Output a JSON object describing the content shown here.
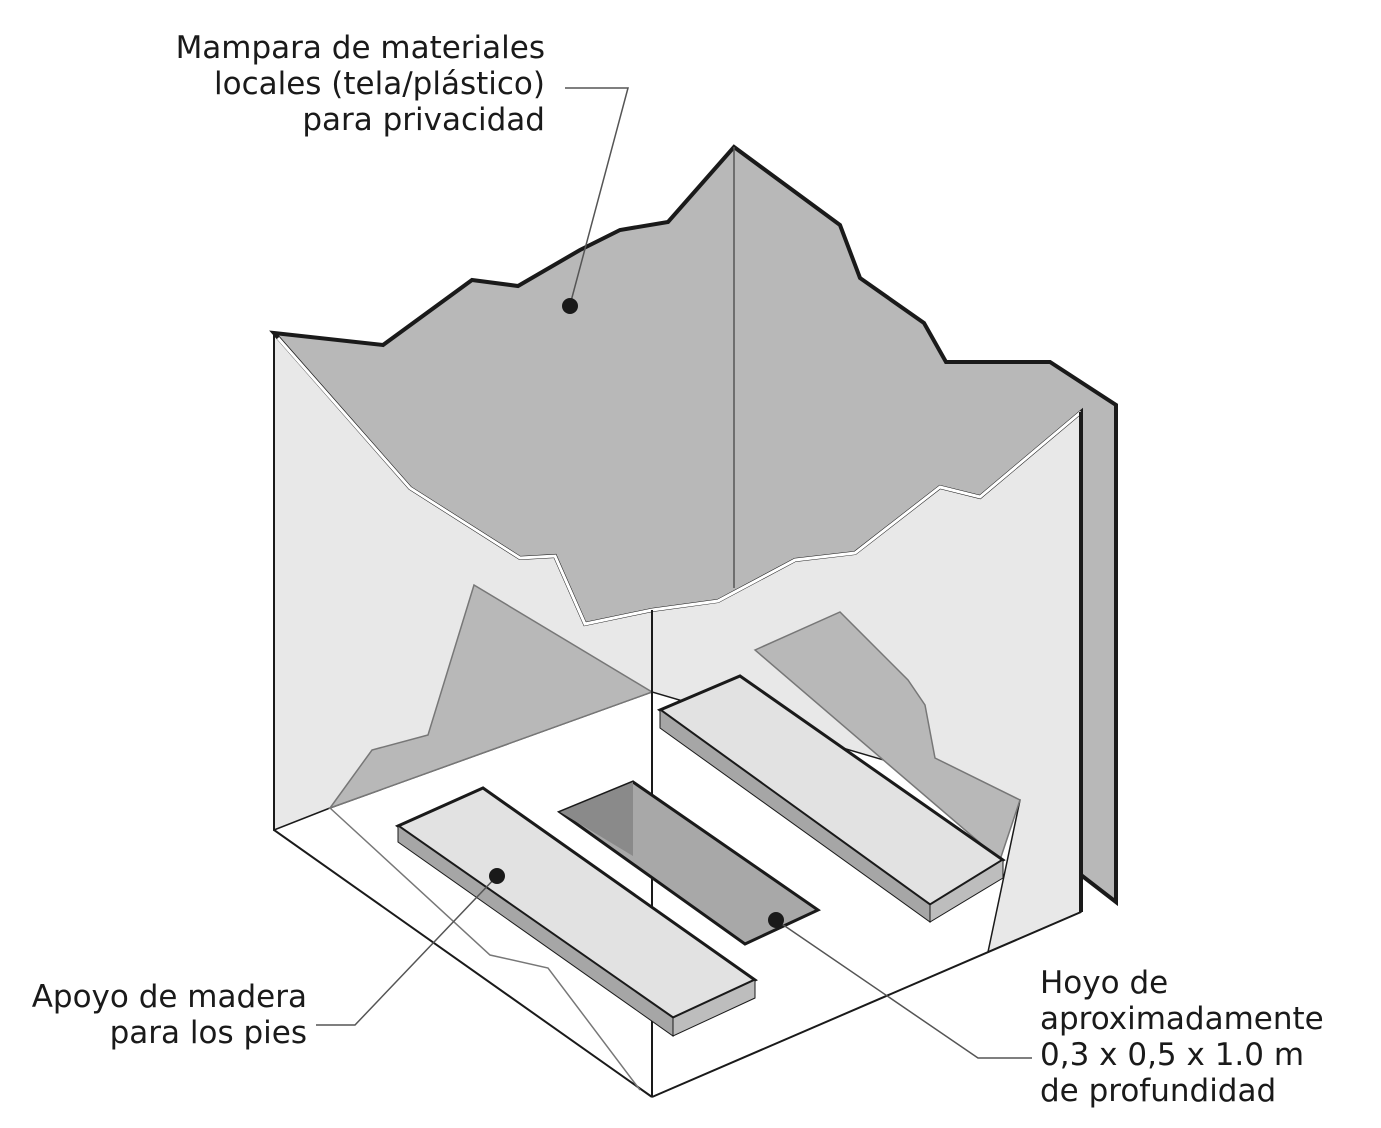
{
  "labels": {
    "screen": {
      "line1": "Mampara de materiales",
      "line2": "locales (tela/plástico)",
      "line3": "para privacidad"
    },
    "footrest": {
      "line1": "Apoyo de madera",
      "line2": "para los pies"
    },
    "hole": {
      "line1": "Hoyo de",
      "line2": "aproximadamente",
      "line3": "0,3 x 0,5 x 1.0 m",
      "line4": "de profundidad"
    }
  },
  "colors": {
    "screen_outer": "#b8b8b8",
    "screen_inner": "#e8e8e8",
    "floor": "#ffffff",
    "plank_top": "#e2e2e2",
    "plank_side": "#a6a6a6",
    "hole": "#a8a8a8",
    "hole_wall": "#8a8a8a",
    "outline": "#1a1a1a"
  }
}
